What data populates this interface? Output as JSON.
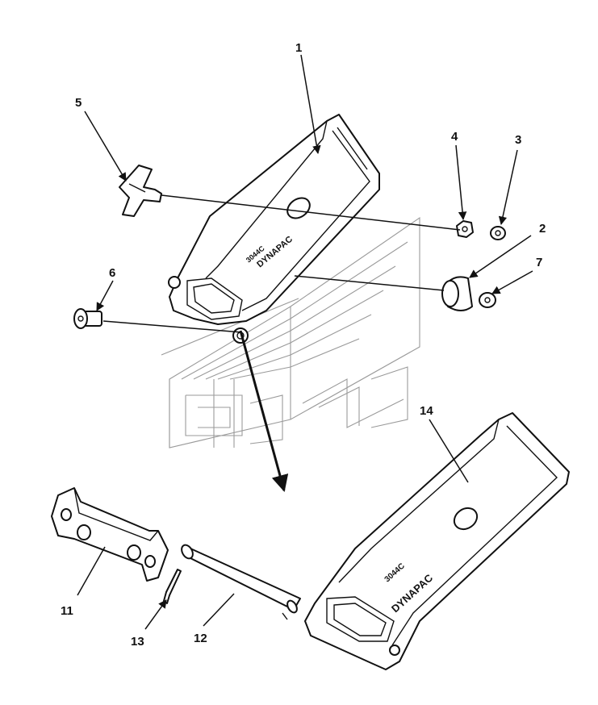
{
  "diagram": {
    "callouts": [
      {
        "id": "1",
        "label": "1"
      },
      {
        "id": "2",
        "label": "2"
      },
      {
        "id": "3",
        "label": "3"
      },
      {
        "id": "4",
        "label": "4"
      },
      {
        "id": "5",
        "label": "5"
      },
      {
        "id": "6",
        "label": "6"
      },
      {
        "id": "7",
        "label": "7"
      },
      {
        "id": "11",
        "label": "11"
      },
      {
        "id": "12",
        "label": "12"
      },
      {
        "id": "13",
        "label": "13"
      },
      {
        "id": "14",
        "label": "14"
      }
    ],
    "part_markings": {
      "brand": "DYNAPAC",
      "code": "3044C"
    }
  }
}
